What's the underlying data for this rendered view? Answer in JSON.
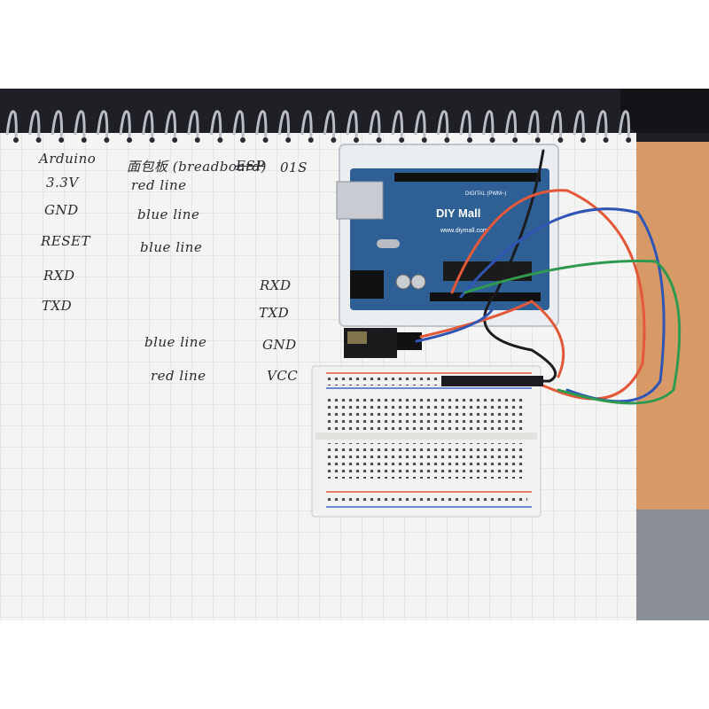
{
  "notebook": {
    "col_arduino": "Arduino",
    "col_breadboard": "面包板 (breadboard)",
    "col_crossed": "ESP",
    "col_module": "01S",
    "rows": [
      {
        "arduino": "3.3V",
        "breadboard": "red line",
        "module": ""
      },
      {
        "arduino": "GND",
        "breadboard": "blue line",
        "module": ""
      },
      {
        "arduino": "RESET",
        "breadboard": "blue line",
        "module": ""
      },
      {
        "arduino": "RXD",
        "breadboard": "",
        "module": "RXD"
      },
      {
        "arduino": "TXD",
        "breadboard": "",
        "module": "TXD"
      },
      {
        "arduino": "",
        "breadboard": "blue line",
        "module": "GND"
      },
      {
        "arduino": "",
        "breadboard": "red line",
        "module": "VCC"
      }
    ]
  },
  "board": {
    "brand": "DIY Mall",
    "url": "www.diymall.com",
    "digital_label": "DIGITAL (PWM~)"
  },
  "colors": {
    "paper": "#f4f4f2",
    "grid": "#d4d7de",
    "desk": "#d79a66",
    "laptop": "#1f2026",
    "pcb": "#2e5f95",
    "wire_red": "#e4583a",
    "wire_blue": "#2f56b6",
    "wire_green": "#2f9a4f",
    "wire_black": "#1c1c20"
  }
}
